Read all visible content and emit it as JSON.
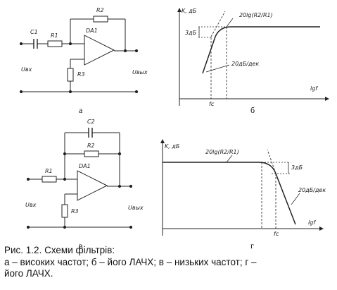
{
  "panel_a": {
    "labels": {
      "c1": "C1",
      "r1": "R1",
      "r2": "R2",
      "r3": "R3",
      "op": "DA1",
      "vin": "Uвх",
      "vout": "Uвых"
    },
    "letter": "а"
  },
  "panel_b": {
    "axis": {
      "y_label": "K, дБ",
      "x_label": "lgf",
      "fc": "fс"
    },
    "annotations": {
      "db3": "3дБ",
      "asym": "20lg(R2/R1)",
      "slope": "20дБ/дек"
    },
    "letter": "б"
  },
  "panel_c": {
    "labels": {
      "c2": "C2",
      "r1": "R1",
      "r2": "R2",
      "r3": "R3",
      "op": "DA1",
      "vin": "Uвх",
      "vout": "Uвых"
    },
    "letter": "в"
  },
  "panel_d": {
    "axis": {
      "y_label": "K, дБ",
      "x_label": "lgf",
      "fc": "fс"
    },
    "annotations": {
      "db3": "3дБ",
      "asym": "20lg(R2/R1)",
      "slope": "20дБ/дек"
    },
    "letter": "г"
  },
  "caption": {
    "line1": "Рис. 1.2. Схеми фільтрів:",
    "line2": "а – високих частот; б – його ЛАЧХ; в – низьких частот; г –",
    "line3": "його ЛАЧХ."
  }
}
